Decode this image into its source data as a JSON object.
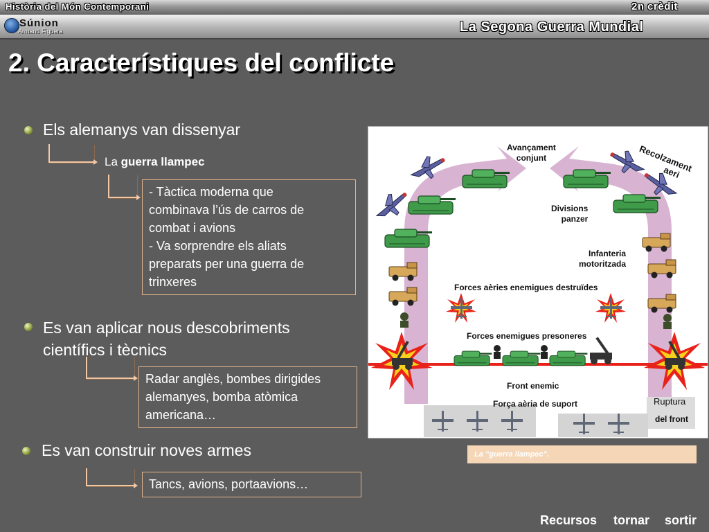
{
  "header": {
    "course": "Història del Món Contemporani",
    "credit": "2n crèdit",
    "logo_name": "Súnion",
    "logo_author": "Armand Figuera",
    "unit_title": "La Segona Guerra Mundial"
  },
  "page_title": "2. Característiques del conflicte",
  "bullets": [
    {
      "text": "Els alemanys van dissenyar",
      "sub_prefix": "La ",
      "sub_bold": "guerra llampec",
      "box_lines": [
        "- Tàctica moderna que",
        "combinava l’ús de carros de",
        "combat i avions",
        "- Va sorprendre els aliats",
        "preparats per una guerra de",
        "trinxeres"
      ]
    },
    {
      "text_line1": "Es van aplicar nous descobriments",
      "text_line2": "científics i tècnics",
      "box_lines": [
        "Radar anglès, bombes dirigides",
        "alemanyes, bomba atòmica",
        "americana…"
      ]
    },
    {
      "text": "Es van construir noves armes",
      "box_lines": [
        "Tancs, avions, portaavions…"
      ]
    }
  ],
  "diagram": {
    "labels": {
      "advance": [
        "Avançament",
        "conjunt"
      ],
      "recoil": [
        "Recolzament",
        "aeri"
      ],
      "panzer": [
        "Divisions",
        "panzer"
      ],
      "infantry": [
        "Infanteria",
        "motoritzada"
      ],
      "air_destroyed": "Forces aèries enemigues destruïdes",
      "prisoners": "Forces  enemigues presoneres",
      "front": "Front enemic",
      "support": "Força aèria de suport",
      "rupture": "Ruptura",
      "rupture2": "del front"
    },
    "caption": "La “guerra llampec”."
  },
  "footer": {
    "resources": "Recursos",
    "back": "tornar",
    "exit": "sortir"
  },
  "colors": {
    "background": "#5c5c5c",
    "arrow_pink": "#d8b4d2",
    "tank_green": "#3f9a4a",
    "explosion_red": "#e8221a",
    "explosion_yellow": "#f6d21c",
    "box_border": "#e3b48a",
    "caption_bg": "#f5d6b6"
  }
}
